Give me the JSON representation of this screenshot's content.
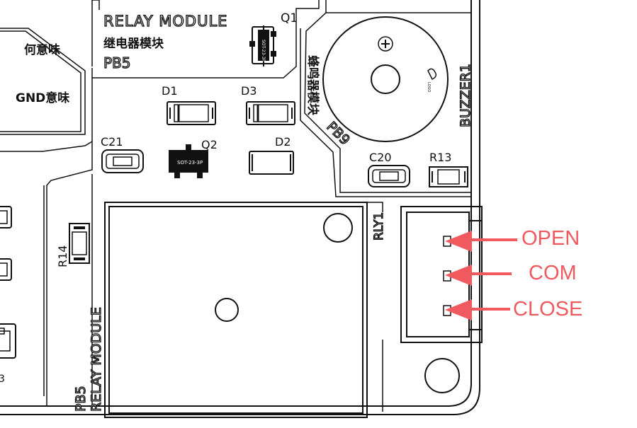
{
  "board": {
    "module_title": "RELAY MODULE",
    "module_title_cn": "继电器模块",
    "pin_label": "PB5",
    "side_label": "RELAY MODULE",
    "side_pin": "PB5",
    "left_labels": [
      "何意味",
      "GND意味"
    ],
    "left_edge_fragment": "3"
  },
  "components": {
    "q1": "Q1",
    "q1_package": "SOT-23-3P",
    "q2": "Q2",
    "q2_package": "SOT-23-3P",
    "d1": "D1",
    "d2": "D2",
    "d3": "D3",
    "c21": "C21",
    "c20": "C20",
    "r13": "R13",
    "r14": "R14",
    "relay": "RLY1",
    "buzzer": "BUZZER1",
    "buzzer_cn": "蜂鸣器模块",
    "buzzer_pin": "PB9",
    "buzzer_mark": "LOGO"
  },
  "callouts": {
    "open": "OPEN",
    "com": "COM",
    "close": "CLOSE",
    "color": "#f05a5e"
  }
}
